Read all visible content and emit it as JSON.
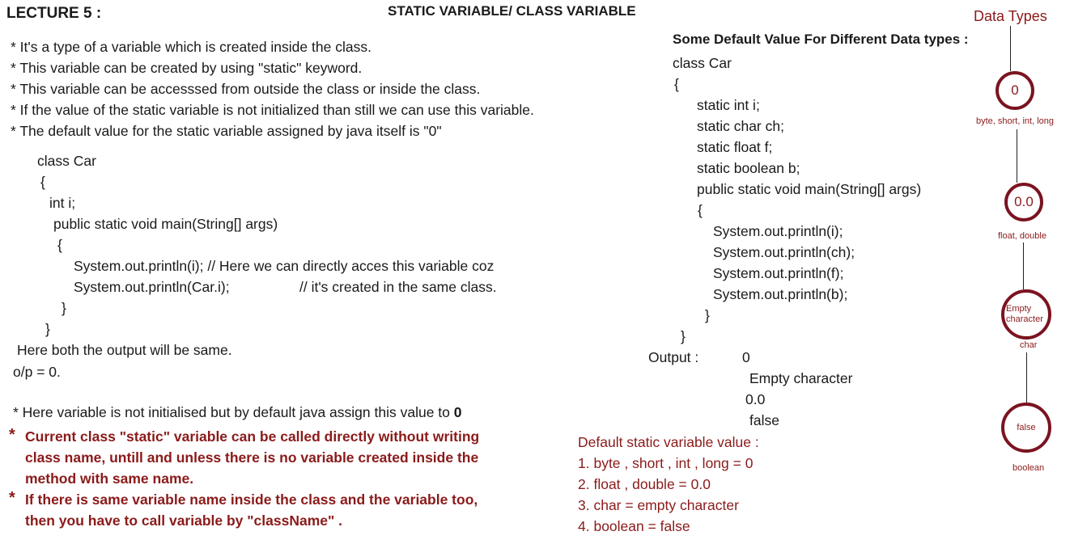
{
  "header": {
    "lecture": "LECTURE 5 :",
    "title": "STATIC VARIABLE/ CLASS VARIABLE"
  },
  "left": {
    "bullets": [
      "* It's a type of a variable which is created inside the class.",
      "* This variable can be created by using \"static\" keyword.",
      "* This variable can be accesssed from outside the class or inside the class.",
      "* If the value of the static variable is not initialized than still we can use this variable.",
      "* The default value for the static variable assigned by java itself is \"0\""
    ],
    "code": [
      "class Car",
      "{",
      "int i;",
      "public static void main(String[] args)",
      "{",
      "System.out.println(i); // Here we can directly acces this variable coz",
      "System.out.println(Car.i);",
      "// it's created in the same class.",
      "}",
      "}"
    ],
    "same_output": "Here both the output will be same.",
    "op": "o/p = 0.",
    "note_prefix": "* Here variable is not initialised but by default java assign this value to ",
    "note_bold": "0",
    "red_notes": [
      {
        "star": "*",
        "lines": [
          "Current class \"static\" variable can be called directly without writing",
          "class name, untill and unless there is no variable created inside the",
          "method with same name."
        ]
      },
      {
        "star": "*",
        "lines": [
          "If there is same variable name inside the class and the variable too,",
          "then you have to call variable by \"className\" ."
        ]
      }
    ]
  },
  "right": {
    "heading": "Some Default Value For Different Data types :",
    "code": [
      "class Car",
      "{",
      "static int i;",
      "static char ch;",
      "static float f;",
      "static boolean b;",
      "public static void main(String[] args)",
      "{",
      "System.out.println(i);",
      "System.out.println(ch);",
      "System.out.println(f);",
      "System.out.println(b);",
      "}",
      "}"
    ],
    "output_label": "Output :",
    "outputs": [
      "0",
      "Empty character",
      "0.0",
      "false"
    ],
    "defaults_title": "Default static variable value :",
    "defaults": [
      "1. byte , short , int , long = 0",
      "2. float , double = 0.0",
      "3. char = empty character",
      "4. boolean = false"
    ]
  },
  "diagram": {
    "title": "Data Types",
    "nodes": [
      {
        "value": "0",
        "caption": "byte, short, int, long"
      },
      {
        "value": "0.0",
        "caption": "float, double"
      },
      {
        "value": "Empty character",
        "caption": "char"
      },
      {
        "value": "false",
        "caption": "boolean"
      }
    ],
    "accent": "#7b1420"
  }
}
